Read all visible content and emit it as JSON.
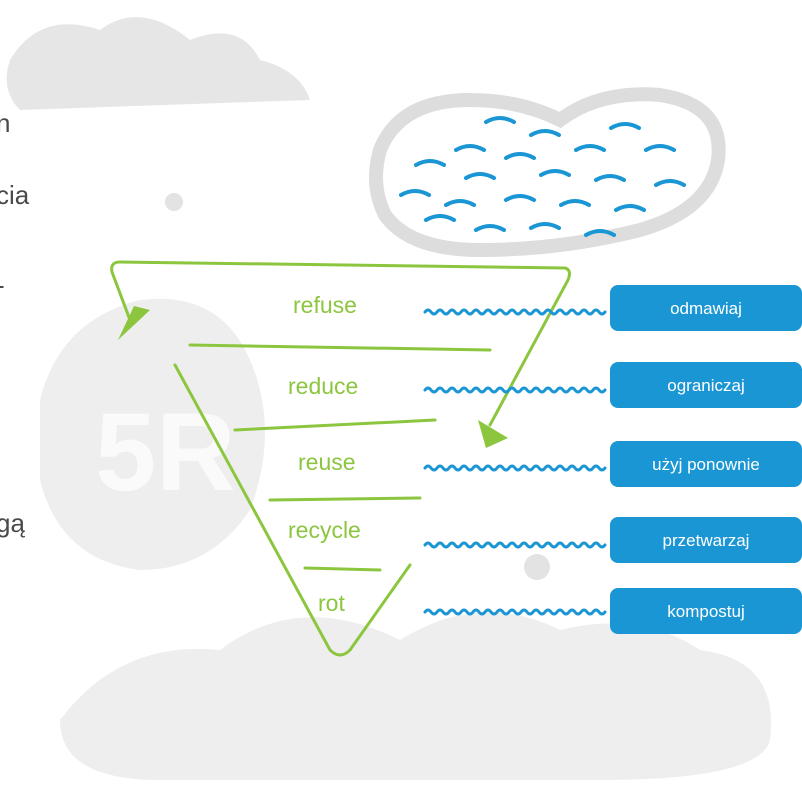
{
  "colors": {
    "green": "#8cc63f",
    "blue": "#1a96d4",
    "grey": "#e6e6e6",
    "text": "#4a4a4a"
  },
  "side_fragments": [
    "n",
    "cia",
    "-",
    "gą"
  ],
  "big_label": "5R",
  "rows": [
    {
      "word": "refuse",
      "translation": "odmawiaj"
    },
    {
      "word": "reduce",
      "translation": "ograniczaj"
    },
    {
      "word": "reuse",
      "translation": "użyj ponownie"
    },
    {
      "word": "recycle",
      "translation": "przetwarzaj"
    },
    {
      "word": "rot",
      "translation": "kompostuj"
    }
  ]
}
